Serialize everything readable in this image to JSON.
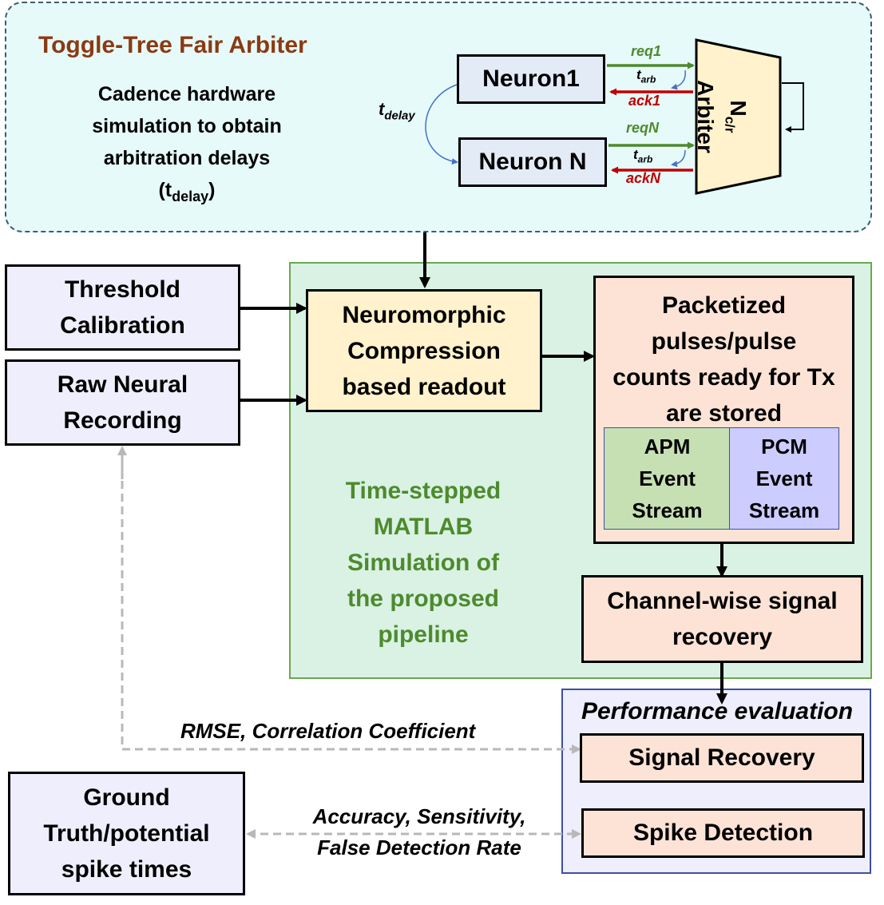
{
  "arbiter_panel": {
    "title": "Toggle-Tree Fair Arbiter",
    "desc_lines": [
      "Cadence hardware",
      "simulation to obtain",
      "arbitration delays"
    ],
    "desc_tdelay_main": "(t",
    "desc_tdelay_sub": "delay",
    "desc_tdelay_close": ")",
    "neuron1": "Neuron1",
    "neuronN": "Neuron N",
    "tdelay_main": "t",
    "tdelay_sub": "delay",
    "req1": "req1",
    "ack1": "ack1",
    "reqN": "reqN",
    "ackN": "ackN",
    "tarb_main": "t",
    "tarb_sub": "arb",
    "arbiter_n": "N",
    "arbiter_sub": "c/r",
    "arbiter_label": "Arbiter"
  },
  "inputs": {
    "threshold": [
      "Threshold",
      "Calibration"
    ],
    "raw": [
      "Raw Neural",
      "Recording"
    ],
    "ground_truth": [
      "Ground",
      "Truth/potential",
      "spike times"
    ]
  },
  "matlab_panel": {
    "label_lines": [
      "Time-stepped",
      "MATLAB",
      "Simulation of",
      "the proposed",
      "pipeline"
    ],
    "compression": [
      "Neuromorphic",
      "Compression",
      "based readout"
    ],
    "packetized": [
      "Packetized",
      "pulses/pulse",
      "counts ready for Tx",
      "are stored"
    ],
    "apm": [
      "APM",
      "Event",
      "Stream"
    ],
    "pcm": [
      "PCM",
      "Event",
      "Stream"
    ],
    "recovery": [
      "Channel-wise signal",
      "recovery"
    ]
  },
  "evaluation": {
    "title": "Performance evaluation",
    "signal_recovery": "Signal Recovery",
    "spike_detection": "Spike Detection"
  },
  "metrics": {
    "rmse": "RMSE, Correlation Coefficient",
    "accuracy_lines": [
      "Accuracy, Sensitivity,",
      "False Detection Rate"
    ]
  },
  "colors": {
    "arbiter_title": "#8B3A12",
    "matlab_label": "#4E8A2E",
    "req_green": "#4E8A2E",
    "ack_red": "#C00000",
    "panel_blue_bg": "#E6FAFA",
    "panel_green_bg": "#D9F2E3",
    "box_lavender": "#EEEEFC",
    "box_orange": "#FCE3D6",
    "box_yellow": "#FFF2CC"
  }
}
